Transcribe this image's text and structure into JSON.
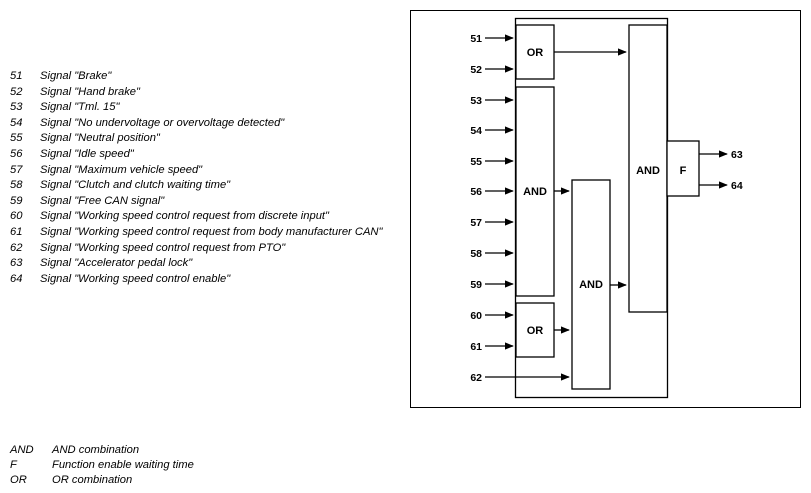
{
  "signals": [
    {
      "num": "51",
      "text": "Signal \"Brake\""
    },
    {
      "num": "52",
      "text": "Signal \"Hand brake\""
    },
    {
      "num": "53",
      "text": "Signal \"Tml. 15\""
    },
    {
      "num": "54",
      "text": "Signal \"No undervoltage or overvoltage detected\""
    },
    {
      "num": "55",
      "text": "Signal \"Neutral position\""
    },
    {
      "num": "56",
      "text": "Signal \"Idle speed\""
    },
    {
      "num": "57",
      "text": "Signal \"Maximum vehicle speed\""
    },
    {
      "num": "58",
      "text": "Signal \"Clutch and clutch waiting time\""
    },
    {
      "num": "59",
      "text": "Signal \"Free CAN signal\""
    },
    {
      "num": "60",
      "text": "Signal \"Working speed control request from discrete input\""
    },
    {
      "num": "61",
      "text": "Signal \"Working speed control request from body manufacturer CAN\""
    },
    {
      "num": "62",
      "text": "Signal \"Working speed control request from PTO\""
    },
    {
      "num": "63",
      "text": "Signal \"Accelerator pedal lock\""
    },
    {
      "num": "64",
      "text": "Signal \"Working speed control enable\""
    }
  ],
  "abbreviations": [
    {
      "key": "AND",
      "desc": "AND combination"
    },
    {
      "key": "F",
      "desc": "Function enable waiting time"
    },
    {
      "key": "OR",
      "desc": "OR combination"
    }
  ],
  "diagram": {
    "gates": {
      "or_top": "OR",
      "and_upper": "AND",
      "or_bottom": "OR",
      "and_middle": "AND",
      "and_final": "AND",
      "function": "F"
    },
    "inputs": [
      "51",
      "52",
      "53",
      "54",
      "55",
      "56",
      "57",
      "58",
      "59",
      "60",
      "61",
      "62"
    ],
    "outputs": [
      "63",
      "64"
    ]
  }
}
